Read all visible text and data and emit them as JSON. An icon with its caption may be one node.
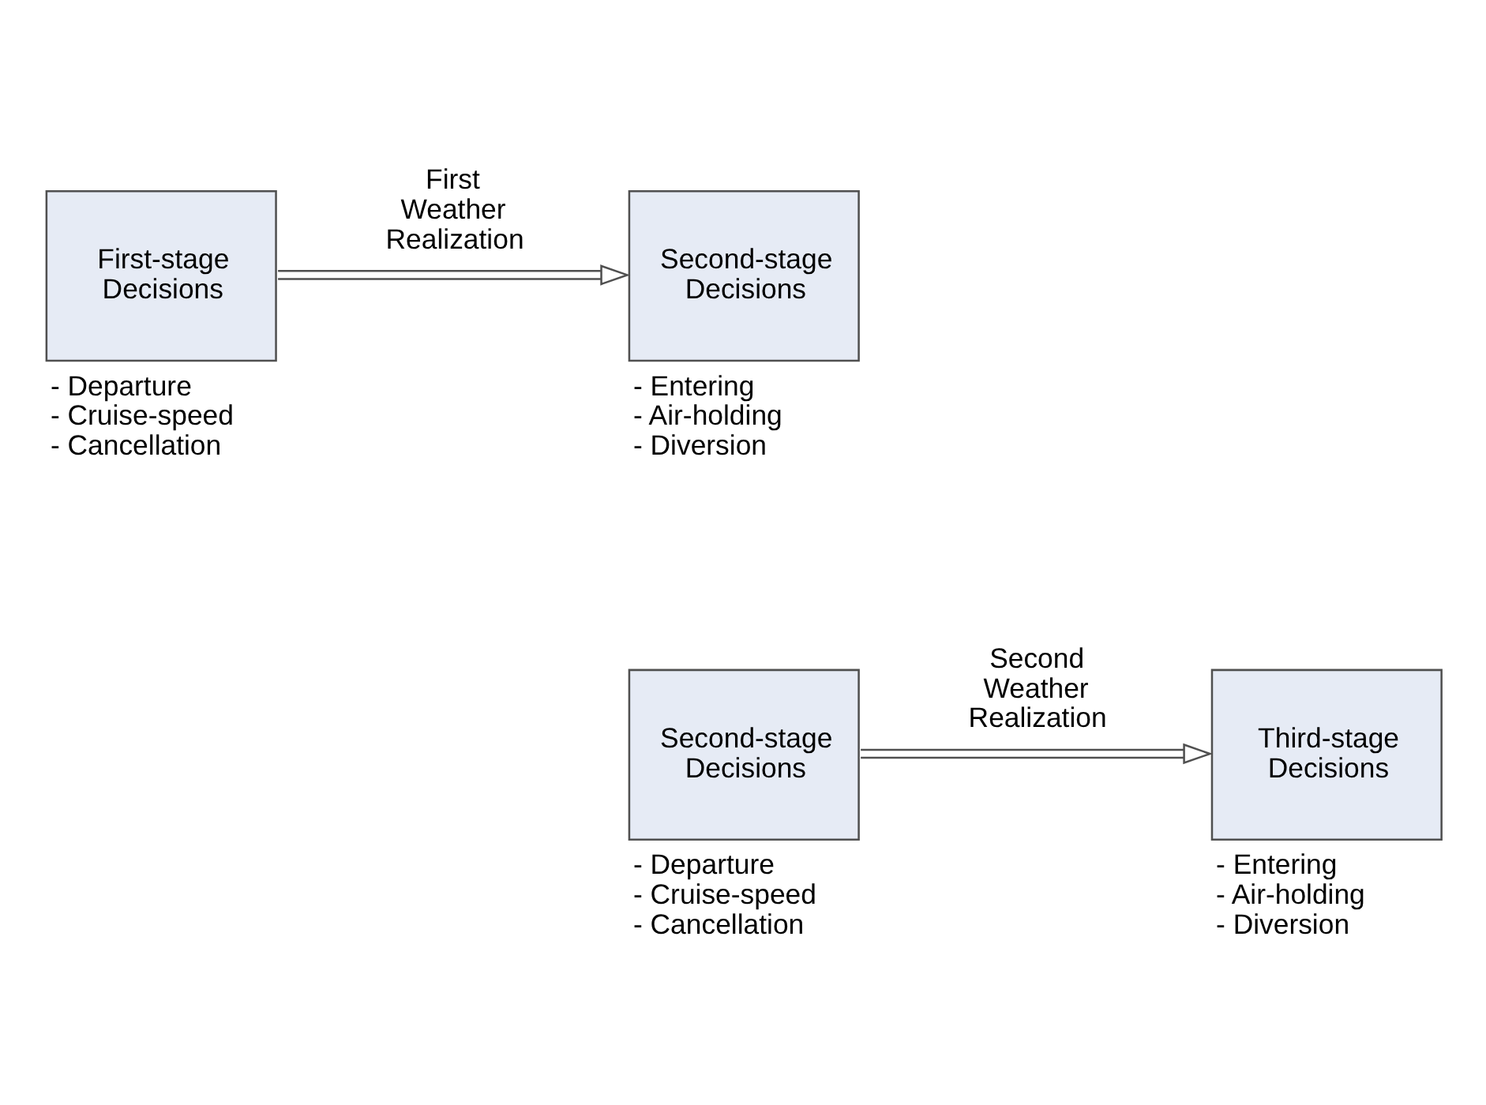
{
  "diagram": {
    "nodes": [
      {
        "text": [
          "First-stage Decisions"
        ],
        "beside": [
          "- Departure",
          "- Cruise-speed",
          "- Cancellation"
        ]
      },
      {
        "text": [
          "Second-stage Decisions"
        ],
        "beside": [
          "- Entering",
          "- Air-holding",
          "- Diversion"
        ]
      },
      {
        "text": [
          "Second-stage Decisions"
        ],
        "beside": [
          "- Departure",
          "- Cruise-speed",
          "- Cancellation"
        ]
      },
      {
        "text": [
          "Third-stage Decisions"
        ],
        "beside": [
          "- Entering",
          "- Air-holding",
          "- Diversion"
        ]
      }
    ],
    "edges": [
      {
        "from": 0,
        "to": 1,
        "arrow": "to",
        "label": "First Weather Realization"
      },
      {
        "from": 2,
        "to": 3,
        "arrow": "to",
        "label": "Second Weather Realization"
      }
    ]
  }
}
